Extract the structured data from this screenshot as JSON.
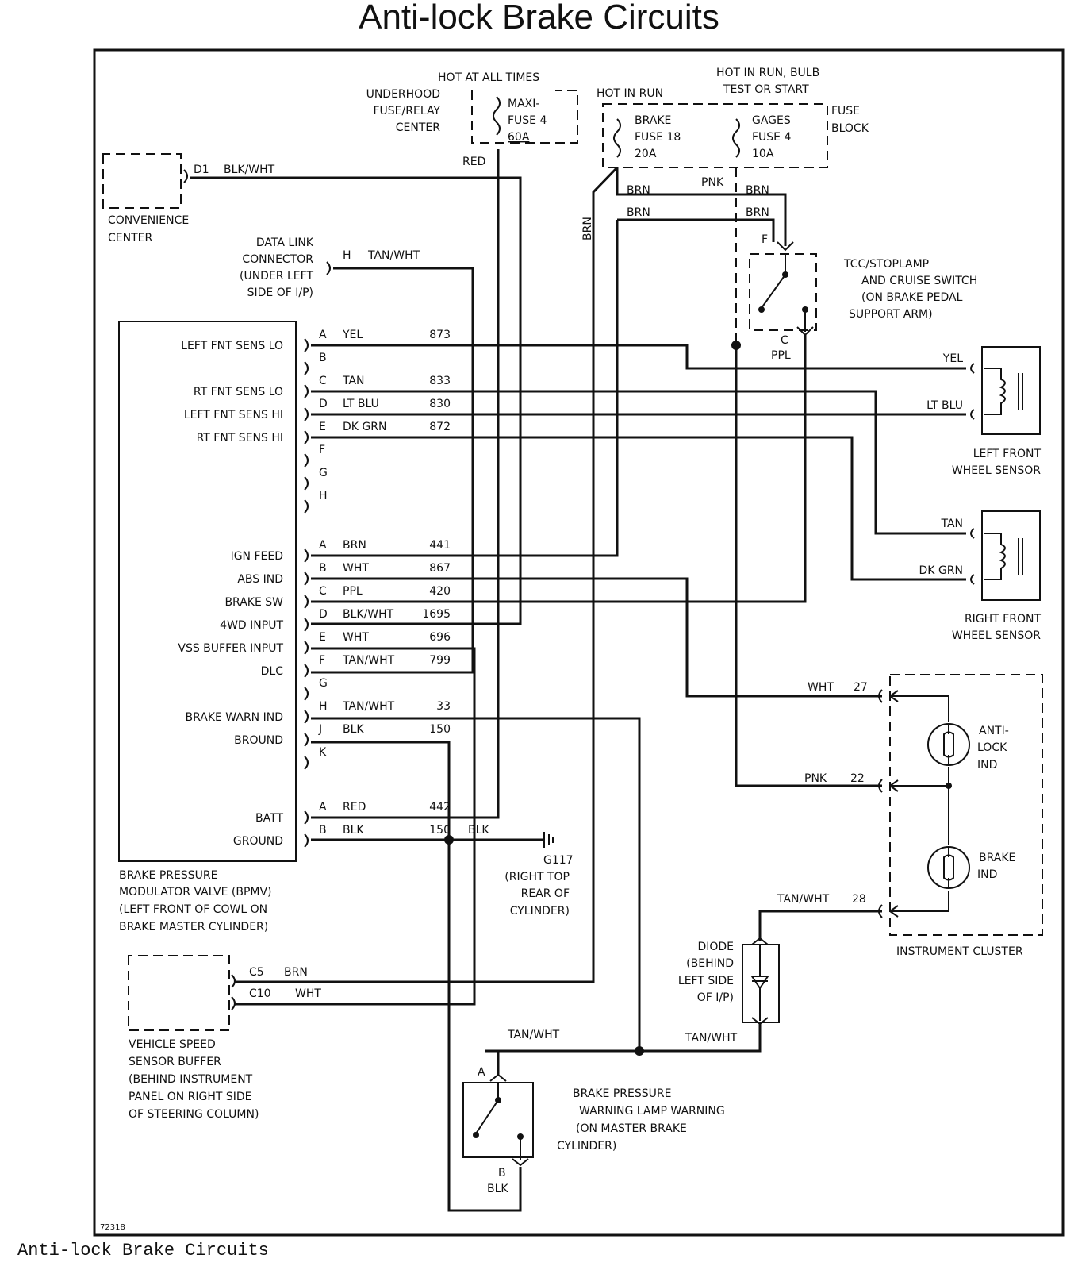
{
  "title": "Anti-lock Brake Circuits",
  "caption": "Anti-lock Brake Circuits",
  "diagram_number": "72318",
  "power": {
    "hot_at_all_times": "HOT AT  ALL TIMES",
    "underhood_lines": [
      "UNDERHOOD",
      "FUSE/RELAY",
      "CENTER"
    ],
    "maxi_fuse_lines": [
      "MAXI-",
      "FUSE 4",
      "60A"
    ],
    "hot_in_run": "HOT IN RUN",
    "hot_bulb_lines": [
      "HOT IN RUN, BULB",
      "TEST OR START"
    ],
    "fuse_block_lines": [
      "FUSE",
      "BLOCK"
    ],
    "brake_fuse_lines": [
      "BRAKE",
      "FUSE 18",
      "20A"
    ],
    "gages_fuse_lines": [
      "GAGES",
      "FUSE 4",
      "10A"
    ]
  },
  "components": {
    "convenience_center": [
      "CONVENIENCE",
      "CENTER"
    ],
    "data_link": [
      "DATA LINK",
      "CONNECTOR",
      "(UNDER LEFT",
      "SIDE OF I/P)"
    ],
    "tcc_switch": [
      "TCC/STOPLAMP",
      "AND CRUISE SWITCH",
      "(ON BRAKE PEDAL",
      "SUPPORT ARM)"
    ],
    "left_front_sensor": [
      "LEFT FRONT",
      "WHEEL SENSOR"
    ],
    "right_front_sensor": [
      "RIGHT FRONT",
      "WHEEL SENSOR"
    ],
    "bpmv": [
      "BRAKE PRESSURE",
      "MODULATOR VALVE (BPMV)",
      "(LEFT FRONT OF COWL ON",
      "BRAKE MASTER CYLINDER)"
    ],
    "ground_g117": [
      "G117",
      "(RIGHT TOP",
      "REAR OF",
      "CYLINDER)"
    ],
    "vss_buffer": [
      "VEHICLE SPEED",
      "SENSOR BUFFER",
      "(BEHIND INSTRUMENT",
      "PANEL ON RIGHT SIDE",
      "OF STEERING COLUMN)"
    ],
    "diode": [
      "DIODE",
      "(BEHIND",
      "LEFT SIDE",
      "OF I/P)"
    ],
    "pressure_switch": [
      "BRAKE PRESSURE",
      "WARNING LAMP WARNING",
      "(ON MASTER BRAKE",
      "CYLINDER)"
    ],
    "instrument_cluster": "INSTRUMENT CLUSTER",
    "antilock_ind": [
      "ANTI-",
      "LOCK",
      "IND"
    ],
    "brake_ind": [
      "BRAKE",
      "IND"
    ]
  },
  "wires": {
    "d1": "D1",
    "blk_wht": "BLK/WHT",
    "h": "H",
    "tan_wht": "TAN/WHT",
    "red": "RED",
    "brn": "BRN",
    "pnk": "PNK",
    "ppl": "PPL",
    "f": "F",
    "c": "C",
    "yel": "YEL",
    "lt_blu": "LT BLU",
    "tan": "TAN",
    "dk_grn": "DK GRN",
    "wht": "WHT",
    "blk": "BLK",
    "n27": "27",
    "n22": "22",
    "n28": "28",
    "c5": "C5",
    "c10": "C10",
    "a": "A",
    "b": "B"
  },
  "connector1": [
    {
      "pin": "A",
      "label": "LEFT FNT SENS LO",
      "color": "YEL",
      "circuit": "873"
    },
    {
      "pin": "B",
      "label": "",
      "color": "",
      "circuit": ""
    },
    {
      "pin": "C",
      "label": "RT FNT SENS LO",
      "color": "TAN",
      "circuit": "833"
    },
    {
      "pin": "D",
      "label": "LEFT FNT SENS HI",
      "color": "LT BLU",
      "circuit": "830"
    },
    {
      "pin": "E",
      "label": "RT FNT SENS HI",
      "color": "DK GRN",
      "circuit": "872"
    },
    {
      "pin": "F",
      "label": "",
      "color": "",
      "circuit": ""
    },
    {
      "pin": "G",
      "label": "",
      "color": "",
      "circuit": ""
    },
    {
      "pin": "H",
      "label": "",
      "color": "",
      "circuit": ""
    }
  ],
  "connector2": [
    {
      "pin": "A",
      "label": "IGN FEED",
      "color": "BRN",
      "circuit": "441"
    },
    {
      "pin": "B",
      "label": "ABS IND",
      "color": "WHT",
      "circuit": "867"
    },
    {
      "pin": "C",
      "label": "BRAKE SW",
      "color": "PPL",
      "circuit": "420"
    },
    {
      "pin": "D",
      "label": "4WD INPUT",
      "color": "BLK/WHT",
      "circuit": "1695"
    },
    {
      "pin": "E",
      "label": "VSS BUFFER INPUT",
      "color": "WHT",
      "circuit": "696"
    },
    {
      "pin": "F",
      "label": "DLC",
      "color": "TAN/WHT",
      "circuit": "799"
    },
    {
      "pin": "G",
      "label": "",
      "color": "",
      "circuit": ""
    },
    {
      "pin": "H",
      "label": "BRAKE WARN IND",
      "color": "TAN/WHT",
      "circuit": "33"
    },
    {
      "pin": "J",
      "label": "BROUND",
      "color": "BLK",
      "circuit": "150"
    },
    {
      "pin": "K",
      "label": "",
      "color": "",
      "circuit": ""
    }
  ],
  "connector3": [
    {
      "pin": "A",
      "label": "BATT",
      "color": "RED",
      "circuit": "442"
    },
    {
      "pin": "B",
      "label": "GROUND",
      "color": "BLK",
      "circuit": "150"
    }
  ]
}
